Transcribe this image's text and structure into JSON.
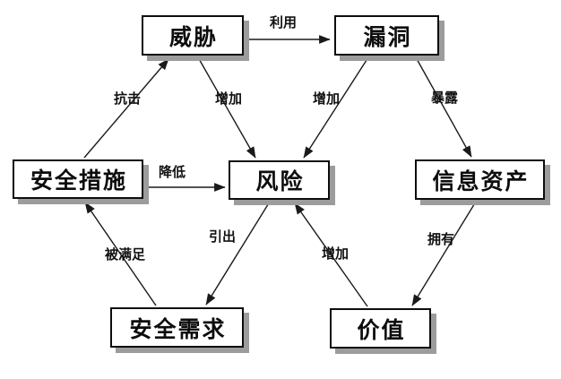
{
  "diagram": {
    "nodes": {
      "threat": {
        "label": "威胁"
      },
      "vulnerability": {
        "label": "漏洞"
      },
      "security_measures": {
        "label": "安全措施"
      },
      "risk": {
        "label": "风险"
      },
      "information_assets": {
        "label": "信息资产"
      },
      "security_requirements": {
        "label": "安全需求"
      },
      "value": {
        "label": "价值"
      }
    },
    "edges": {
      "exploits": {
        "label": "利用",
        "from": "威胁",
        "to": "漏洞"
      },
      "resists": {
        "label": "抗击",
        "from": "安全措施",
        "to": "威胁"
      },
      "threat_increases": {
        "label": "增加",
        "from": "威胁",
        "to": "风险"
      },
      "vuln_increases": {
        "label": "增加",
        "from": "漏洞",
        "to": "风险"
      },
      "exposes": {
        "label": "暴露",
        "from": "漏洞",
        "to": "信息资产"
      },
      "reduces": {
        "label": "降低",
        "from": "安全措施",
        "to": "风险"
      },
      "satisfied_by": {
        "label": "被满足",
        "from": "安全需求",
        "to": "安全措施"
      },
      "leads_to": {
        "label": "引出",
        "from": "风险",
        "to": "安全需求"
      },
      "value_increases": {
        "label": "增加",
        "from": "价值",
        "to": "风险"
      },
      "owns": {
        "label": "拥有",
        "from": "信息资产",
        "to": "价值"
      }
    },
    "colors": {
      "background": "#ffffff",
      "node_fill": "#ffffff",
      "node_border": "#000000",
      "node_shadow": "#9c9c9c",
      "edge_line": "#1a1a1a"
    }
  }
}
